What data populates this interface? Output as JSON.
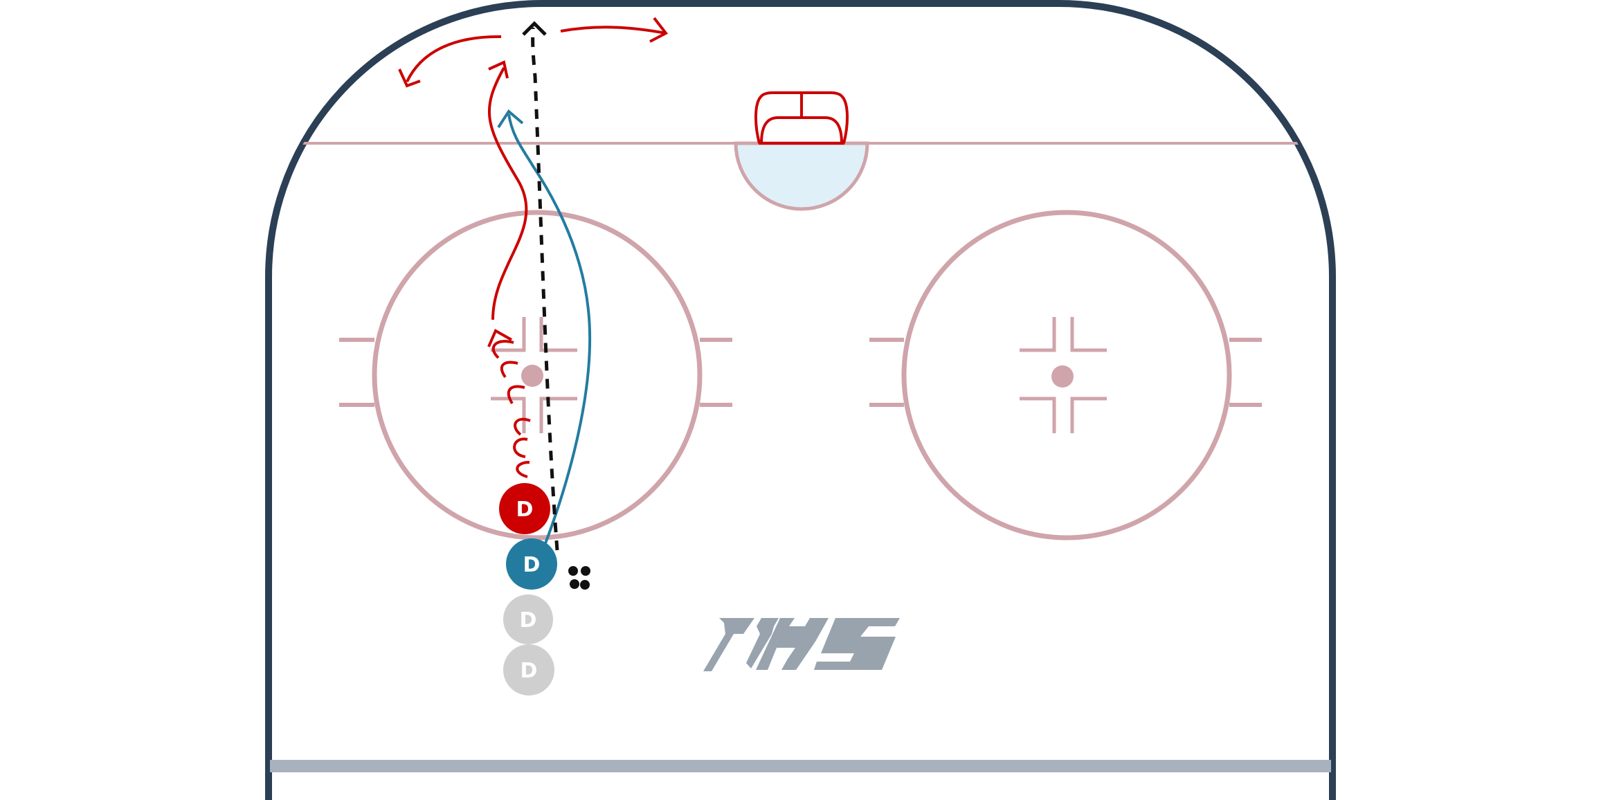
{
  "rink": {
    "board_color": "#2b3f55",
    "line_color": "#cfa4aa",
    "crease_color": "#dff0f8",
    "net_color": "#cc0000",
    "blue_line_color": "#a8b2bc",
    "logo_color": "#98a3ae",
    "logo_text": "IHS"
  },
  "players": [
    {
      "label": "D",
      "color": "#cc0000",
      "role": "active-red"
    },
    {
      "label": "D",
      "color": "#237ca0",
      "role": "active-blue"
    },
    {
      "label": "D",
      "color": "#cfcfcf",
      "role": "waiting"
    },
    {
      "label": "D",
      "color": "#cfcfcf",
      "role": "waiting"
    }
  ],
  "paths": {
    "red_color": "#cc0000",
    "blue_color": "#237ca0",
    "pass_color": "#111111"
  },
  "icons": [
    "puck-pile-icon",
    "arrow-icon",
    "goal-net-icon"
  ]
}
